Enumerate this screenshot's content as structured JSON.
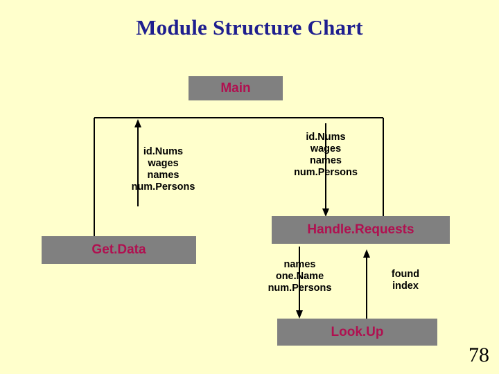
{
  "slide": {
    "title": "Module Structure Chart",
    "page_number": "78",
    "background_color": "#ffffcc",
    "title_color": "#1f1f8f",
    "box_fill_color": "#808080",
    "box_text_color": "#b01050",
    "line_color": "#000000"
  },
  "diagram": {
    "type": "structure-chart",
    "boxes": [
      {
        "id": "main",
        "label": "Main"
      },
      {
        "id": "get-data",
        "label": "Get.Data"
      },
      {
        "id": "handle-requests",
        "label": "Handle.Requests"
      },
      {
        "id": "look-up",
        "label": "Look.Up"
      }
    ],
    "data_flows": [
      {
        "id": "getdata-up",
        "from": "get-data",
        "to": "main",
        "direction": "up",
        "label": "id.Nums\nwages\nnames\nnum.Persons"
      },
      {
        "id": "handlerequests-down",
        "from": "main",
        "to": "handle-requests",
        "direction": "down",
        "label": "id.Nums\nwages\nnames\nnum.Persons"
      },
      {
        "id": "lookup-down",
        "from": "handle-requests",
        "to": "look-up",
        "direction": "down",
        "label": "names\none.Name\nnum.Persons"
      },
      {
        "id": "lookup-up",
        "from": "look-up",
        "to": "handle-requests",
        "direction": "up",
        "label": "found\nindex"
      }
    ]
  }
}
